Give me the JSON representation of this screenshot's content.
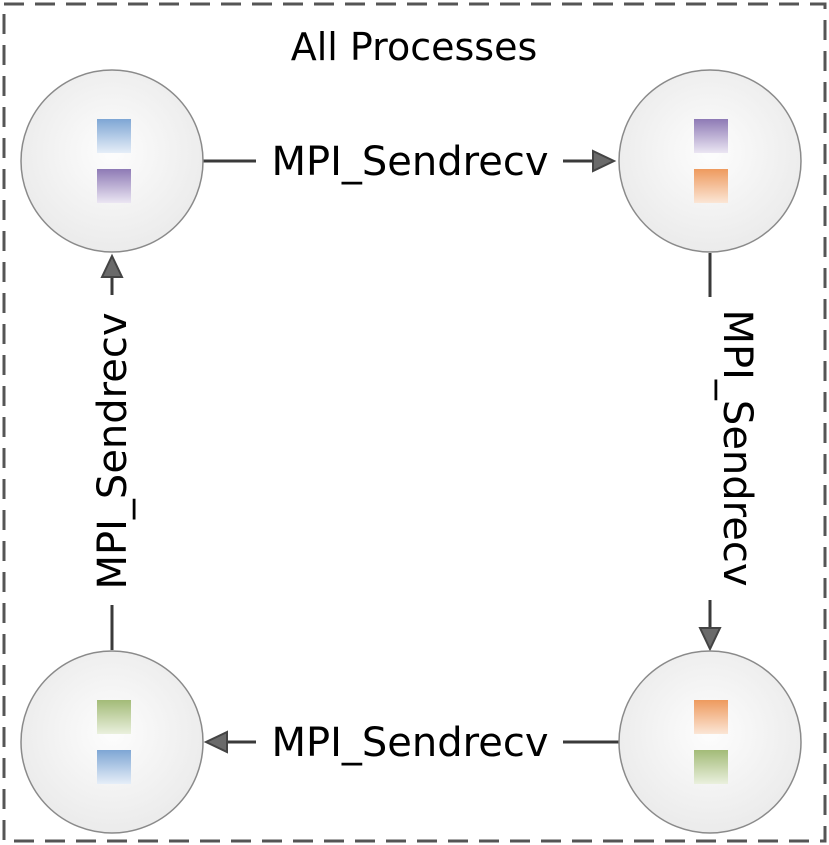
{
  "title": "All Processes",
  "edge_label": "MPI_Sendrecv",
  "colors": {
    "frame": "#555555",
    "node_stroke": "#8a8a8a",
    "arrow": "#6a6a6a",
    "line": "#3a3a3a",
    "blue": "#7ea6d4",
    "purple": "#8e7ab5",
    "orange": "#ee9a5e",
    "green": "#a3bb78"
  },
  "nodes": [
    {
      "id": "top-left",
      "blocks": [
        "blue",
        "purple"
      ]
    },
    {
      "id": "top-right",
      "blocks": [
        "purple",
        "orange"
      ]
    },
    {
      "id": "bottom-right",
      "blocks": [
        "orange",
        "green"
      ]
    },
    {
      "id": "bottom-left",
      "blocks": [
        "green",
        "blue"
      ]
    }
  ],
  "edges": [
    {
      "from": "top-left",
      "to": "top-right",
      "label": "MPI_Sendrecv"
    },
    {
      "from": "top-right",
      "to": "bottom-right",
      "label": "MPI_Sendrecv"
    },
    {
      "from": "bottom-right",
      "to": "bottom-left",
      "label": "MPI_Sendrecv"
    },
    {
      "from": "bottom-left",
      "to": "top-left",
      "label": "MPI_Sendrecv"
    }
  ]
}
